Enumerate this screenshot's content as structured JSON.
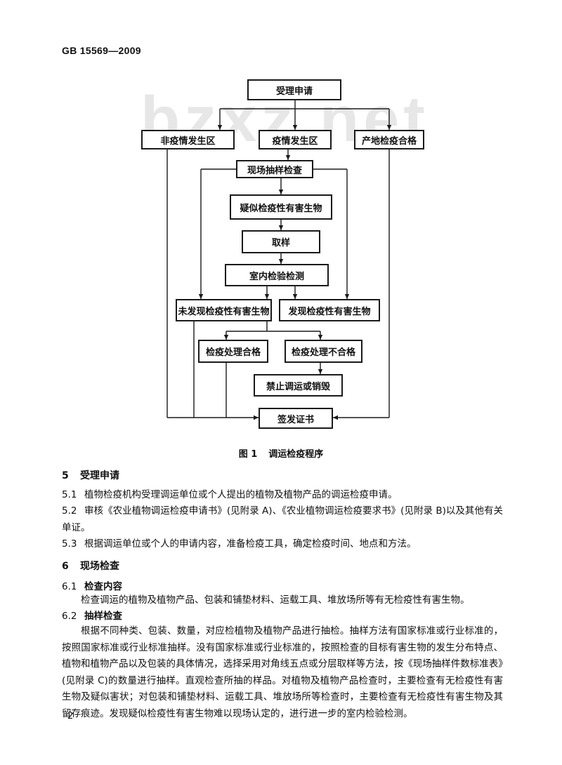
{
  "header": {
    "standard_code": "GB 15569—2009"
  },
  "watermark": "bzxz.net",
  "flowchart": {
    "accept_application": "受理申请",
    "non_epidemic_area": "非疫情发生区",
    "epidemic_area": "疫情发生区",
    "origin_quarantine_passed": "产地检疫合格",
    "onsite_sampling_inspection": "现场抽样检查",
    "suspected_pest": "疑似检疫性有害生物",
    "sampling": "取样",
    "lab_testing": "室内检验检测",
    "pest_not_found": "未发现检疫性有害生物",
    "pest_found": "发现检疫性有害生物",
    "treatment_passed": "检疫处理合格",
    "treatment_failed": "检疫处理不合格",
    "prohibit_transport": "禁止调运或销毁",
    "issue_certificate": "签发证书"
  },
  "figure": {
    "number": "图 1",
    "title": "调运检疫程序"
  },
  "sections": {
    "s5": {
      "num": "5",
      "title": "受理申请"
    },
    "s5_1": {
      "num": "5.1",
      "text": "植物检疫机构受理调运单位或个人提出的植物及植物产品的调运检疫申请。"
    },
    "s5_2": {
      "num": "5.2",
      "text": "审核《农业植物调运检疫申请书》(见附录 A)、《农业植物调运检疫要求书》(见附录 B)以及其他有关单证。"
    },
    "s5_3": {
      "num": "5.3",
      "text": "根据调运单位或个人的申请内容，准备检疫工具，确定检疫时间、地点和方法。"
    },
    "s6": {
      "num": "6",
      "title": "现场检查"
    },
    "s6_1": {
      "num": "6.1",
      "title": "检查内容",
      "text": "检查调运的植物及植物产品、包装和铺垫材料、运载工具、堆放场所等有无检疫性有害生物。"
    },
    "s6_2": {
      "num": "6.2",
      "title": "抽样检查",
      "text": "根据不同种类、包装、数量，对应检植物及植物产品进行抽检。抽样方法有国家标准或行业标准的，按照国家标准或行业标准抽样。没有国家标准或行业标准的，按照检查的目标有害生物的发生分布特点、植物和植物产品以及包装的具体情况，选择采用对角线五点或分层取样等方法，按《现场抽样件数标准表》(见附录 C)的数量进行抽样。直观检查所抽的样品。对植物及植物产品检查时，主要检查有无检疫性有害生物及疑似害状；对包装和铺垫材料、运载工具、堆放场所等检查时，主要检查有无检疫性有害生物及其留存痕迹。发现疑似检疫性有害生物难以现场认定的，进行进一步的室内检验检测。"
    }
  },
  "page_number": "2"
}
